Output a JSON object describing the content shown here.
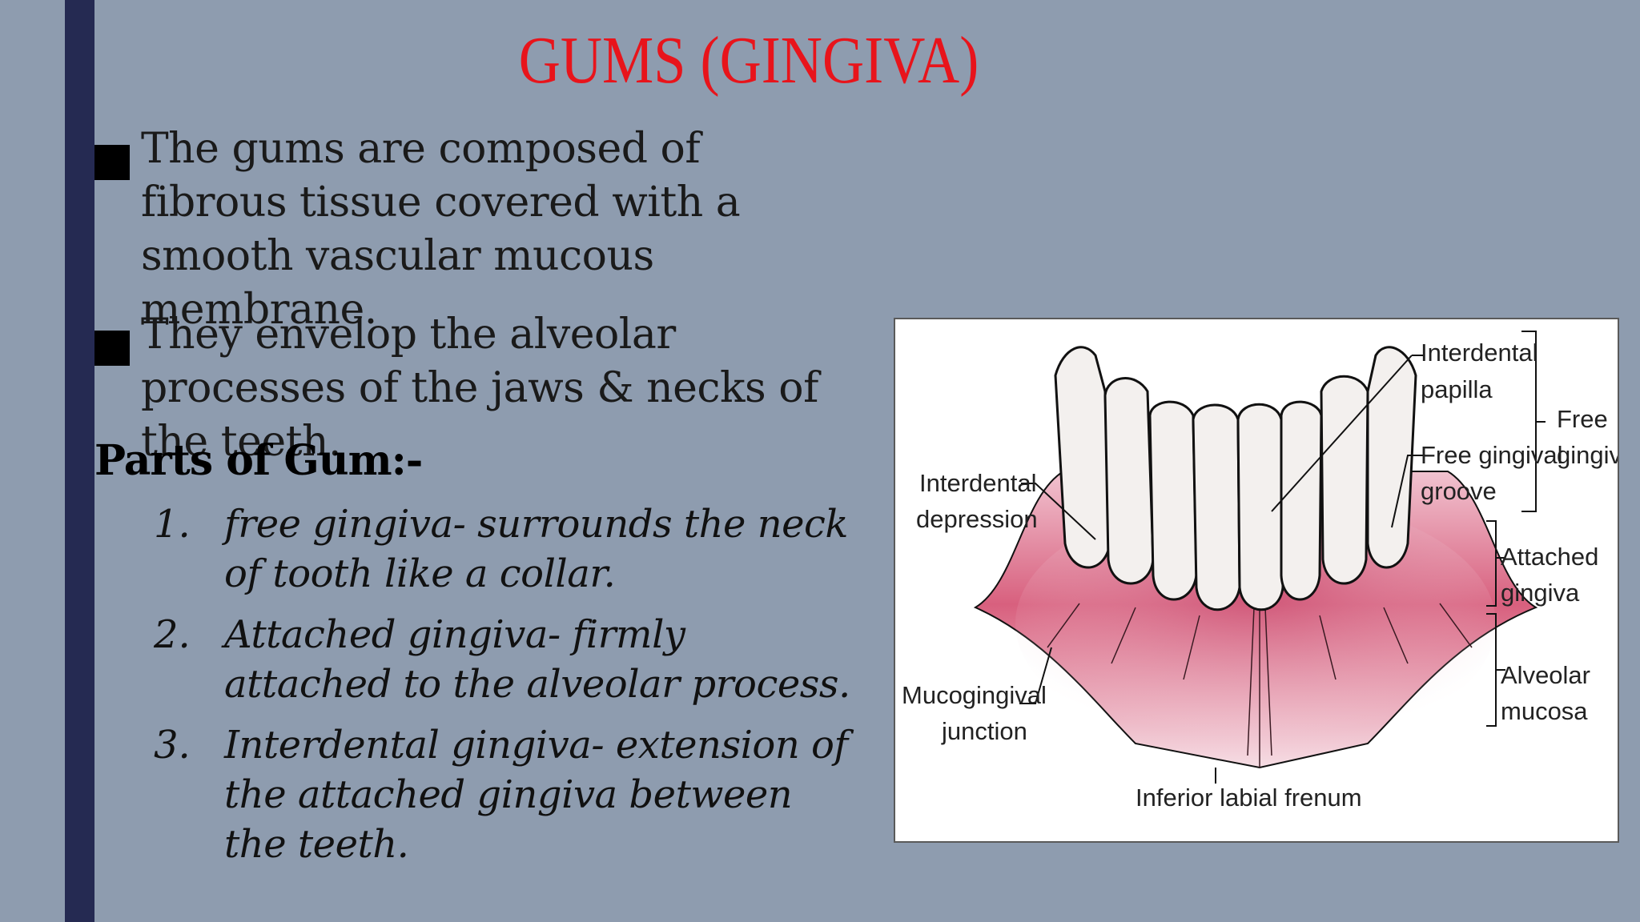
{
  "slide": {
    "title": "GUMS (GINGIVA)",
    "bullets": [
      "The gums are composed of fibrous tissue covered with a smooth vascular mucous membrane.",
      "They envelop the alveolar processes of the jaws & necks of the teeth."
    ],
    "parts_heading": "Parts of Gum:-",
    "parts": [
      {
        "num": "1.",
        "text": "free gingiva- surrounds the neck of tooth like a collar."
      },
      {
        "num": "2.",
        "text": "Attached gingiva- firmly attached to the alveolar process."
      },
      {
        "num": "3.",
        "text": "Interdental gingiva- extension of the attached gingiva between the teeth."
      }
    ]
  },
  "figure": {
    "labels": {
      "interdental_papilla_1": "Interdental",
      "interdental_papilla_2": "papilla",
      "free_gingival_groove_1": "Free gingival",
      "free_gingival_groove_2": "groove",
      "free_gingiva_1": "Free",
      "free_gingiva_2": "gingiva",
      "attached_gingiva_1": "Attached",
      "attached_gingiva_2": "gingiva",
      "alveolar_mucosa_1": "Alveolar",
      "alveolar_mucosa_2": "mucosa",
      "interdental_depression_1": "Interdental",
      "interdental_depression_2": "depression",
      "mucogingival_junction_1": "Mucogingival",
      "mucogingival_junction_2": "junction",
      "inferior_labial_frenum": "Inferior labial frenum"
    },
    "colors": {
      "gum": "#d8607e",
      "gum_light": "#eeb6c6",
      "tooth": "#f3f0ee",
      "outline": "#111111"
    }
  }
}
